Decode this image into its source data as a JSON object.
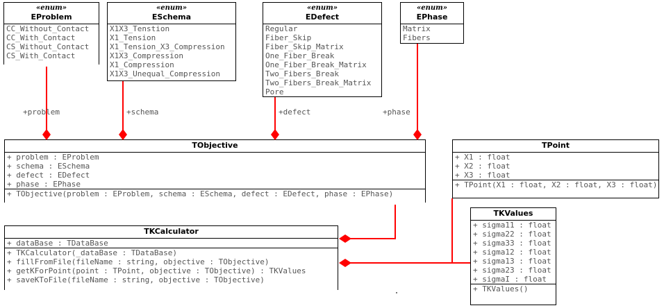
{
  "diagram": {
    "type": "uml-class-diagram",
    "accent_color": "#ff0000",
    "text_color": "#555555",
    "title_color": "#000000",
    "border_color": "#000000",
    "background": "#ffffff"
  },
  "classes": [
    {
      "key": "eproblem",
      "stereotype": "«enum»",
      "name": "EProblem",
      "members": [
        "CC_Without_Contact",
        "CC_With_Contact",
        "CS_Without_Contact",
        "CS_With_Contact"
      ],
      "operations": []
    },
    {
      "key": "eschema",
      "stereotype": "«enum»",
      "name": "ESchema",
      "members": [
        "X1X3_Tenstion",
        "X1_Tension",
        "X1_Tension_X3_Compression",
        "X1X3_Compression",
        "X1_Compression",
        "X1X3_Unequal_Compression"
      ],
      "operations": []
    },
    {
      "key": "edefect",
      "stereotype": "«enum»",
      "name": "EDefect",
      "members": [
        "Regular",
        "Fiber_Skip",
        "Fiber_Skip_Matrix",
        "One_Fiber_Break",
        "One_Fiber_Break_Matrix",
        "Two_Fibers_Break",
        "Two_Fibers_Break_Matrix",
        "Pore"
      ],
      "operations": []
    },
    {
      "key": "ephase",
      "stereotype": "«enum»",
      "name": "EPhase",
      "members": [
        "Matrix",
        "Fibers"
      ],
      "operations": []
    },
    {
      "key": "tobjective",
      "stereotype": "",
      "name": "TObjective",
      "members": [
        "+ problem : EProblem",
        "+ schema : ESchema",
        "+ defect : EDefect",
        "+ phase : EPhase"
      ],
      "operations": [
        "+ TObjective(problem : EProblem, schema : ESchema, defect : EDefect, phase : EPhase)"
      ]
    },
    {
      "key": "tpoint",
      "stereotype": "",
      "name": "TPoint",
      "members": [
        "+ X1 : float",
        "+ X2 : float",
        "+ X3 : float"
      ],
      "operations": [
        "+ TPoint(X1 : float, X2 : float, X3 : float)"
      ]
    },
    {
      "key": "tkcalculator",
      "stereotype": "",
      "name": "TKCalculator",
      "members": [
        "+ dataBase : TDataBase"
      ],
      "operations": [
        "+ TKCalculator(_dataBase : TDataBase)",
        "+ fillFromFile(fileName : string, objective : TObjective)",
        "+ getKForPoint(point : TPoint, objective : TObjective) : TKValues",
        "+ saveKToFile(fileName : string, objective : TObjective)"
      ]
    },
    {
      "key": "tkvalues",
      "stereotype": "",
      "name": "TKValues",
      "members": [
        "+ sigma11 : float",
        "+ sigma22 : float",
        "+ sigma33 : float",
        "+ sigma12 : float",
        "+ sigma13 : float",
        "+ sigma23 : float",
        "+ sigmaI : float"
      ],
      "operations": [
        "+ TKValues()"
      ]
    }
  ],
  "edges": [
    {
      "key": "problem",
      "label": "+problem",
      "from": "eproblem",
      "to": "tobjective"
    },
    {
      "key": "schema",
      "label": "+schema",
      "from": "eschema",
      "to": "tobjective"
    },
    {
      "key": "defect",
      "label": "+defect",
      "from": "edefect",
      "to": "tobjective"
    },
    {
      "key": "phase",
      "label": "+phase",
      "from": "ephase",
      "to": "tobjective"
    },
    {
      "key": "objective",
      "label": "",
      "from": "tobjective",
      "to": "tkcalculator"
    },
    {
      "key": "tpoint-calc",
      "label": "",
      "from": "tpoint",
      "to": "tkcalculator"
    },
    {
      "key": "tkvalues-calc",
      "label": "",
      "from": "tkvalues",
      "to": "tkcalculator"
    }
  ]
}
